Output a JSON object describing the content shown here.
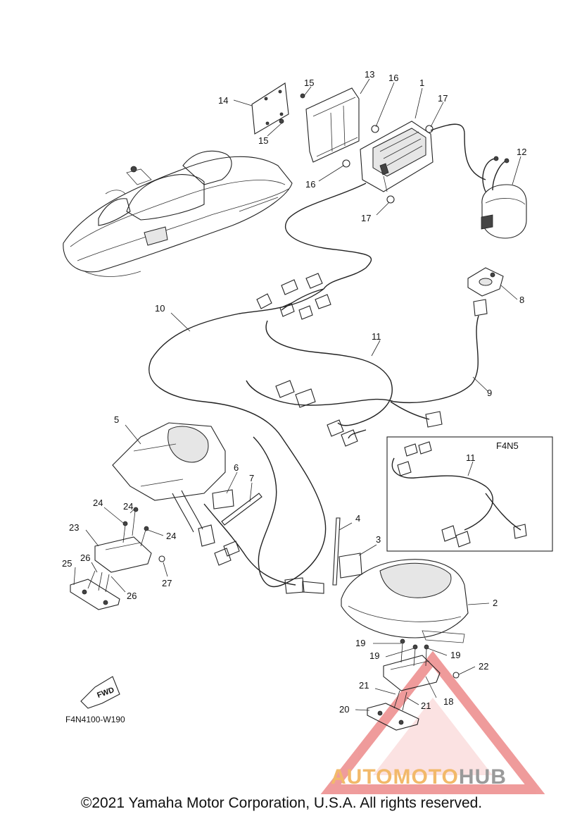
{
  "diagram": {
    "variant_box_label": "F4N5",
    "diagram_code": "F4N4100-W190",
    "fwd_label": "FWD",
    "callouts": [
      {
        "id": "c1",
        "text": "1"
      },
      {
        "id": "c2",
        "text": "2"
      },
      {
        "id": "c3",
        "text": "3"
      },
      {
        "id": "c4",
        "text": "4"
      },
      {
        "id": "c5",
        "text": "5"
      },
      {
        "id": "c6",
        "text": "6"
      },
      {
        "id": "c7",
        "text": "7"
      },
      {
        "id": "c8",
        "text": "8"
      },
      {
        "id": "c9",
        "text": "9"
      },
      {
        "id": "c10",
        "text": "10"
      },
      {
        "id": "c11a",
        "text": "11"
      },
      {
        "id": "c11b",
        "text": "11"
      },
      {
        "id": "c12",
        "text": "12"
      },
      {
        "id": "c13",
        "text": "13"
      },
      {
        "id": "c14",
        "text": "14"
      },
      {
        "id": "c15a",
        "text": "15"
      },
      {
        "id": "c15b",
        "text": "15"
      },
      {
        "id": "c16a",
        "text": "16"
      },
      {
        "id": "c16b",
        "text": "16"
      },
      {
        "id": "c17a",
        "text": "17"
      },
      {
        "id": "c17b",
        "text": "17"
      },
      {
        "id": "c18",
        "text": "18"
      },
      {
        "id": "c19a",
        "text": "19"
      },
      {
        "id": "c19b",
        "text": "19"
      },
      {
        "id": "c19c",
        "text": "19"
      },
      {
        "id": "c20",
        "text": "20"
      },
      {
        "id": "c21a",
        "text": "21"
      },
      {
        "id": "c21b",
        "text": "21"
      },
      {
        "id": "c22",
        "text": "22"
      },
      {
        "id": "c23",
        "text": "23"
      },
      {
        "id": "c24a",
        "text": "24"
      },
      {
        "id": "c24b",
        "text": "24"
      },
      {
        "id": "c24c",
        "text": "24"
      },
      {
        "id": "c25",
        "text": "25"
      },
      {
        "id": "c26a",
        "text": "26"
      },
      {
        "id": "c26b",
        "text": "26"
      },
      {
        "id": "c27",
        "text": "27"
      }
    ]
  },
  "watermark": {
    "text_part1": "AUTOMOTO",
    "text_part2": "HUB",
    "color_primary": "#f2b96a",
    "color_secondary": "#9a9a9a",
    "triangle_color": "#e24a4a"
  },
  "footer": {
    "copyright": "©2021 Yamaha Motor Corporation, U.S.A. All rights reserved."
  }
}
